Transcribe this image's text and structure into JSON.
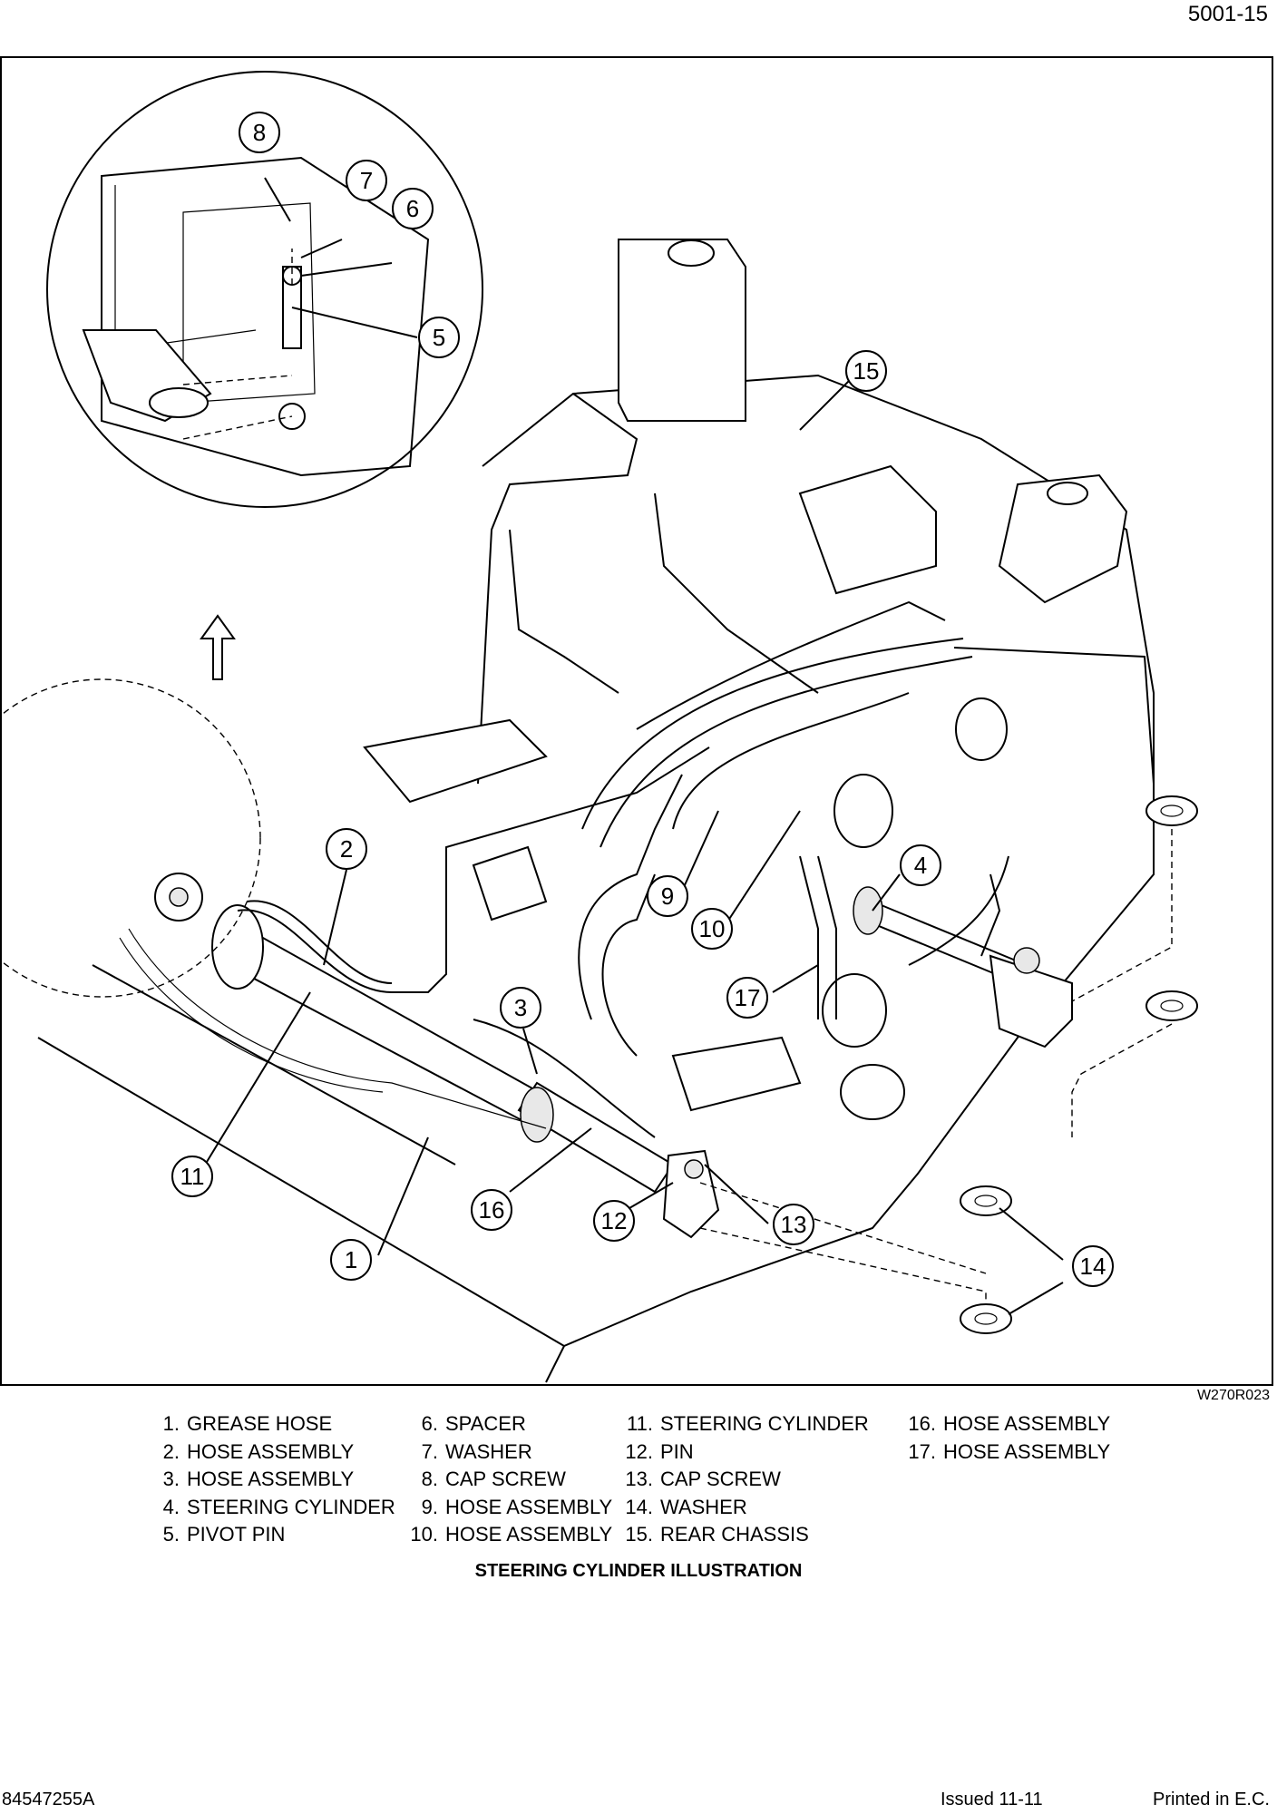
{
  "header": {
    "page_number": "5001-15"
  },
  "figure": {
    "code": "W270R023",
    "callouts": [
      "1",
      "2",
      "3",
      "4",
      "5",
      "6",
      "7",
      "8",
      "9",
      "10",
      "11",
      "12",
      "13",
      "14",
      "15",
      "16",
      "17"
    ]
  },
  "legend": [
    [
      {
        "num": "1.",
        "label": "GREASE HOSE"
      },
      {
        "num": "2.",
        "label": "HOSE ASSEMBLY"
      },
      {
        "num": "3.",
        "label": "HOSE ASSEMBLY"
      },
      {
        "num": "4.",
        "label": "STEERING CYLINDER"
      },
      {
        "num": "5.",
        "label": "PIVOT PIN"
      }
    ],
    [
      {
        "num": "6.",
        "label": "SPACER"
      },
      {
        "num": "7.",
        "label": "WASHER"
      },
      {
        "num": "8.",
        "label": "CAP SCREW"
      },
      {
        "num": "9.",
        "label": "HOSE ASSEMBLY"
      },
      {
        "num": "10.",
        "label": "HOSE ASSEMBLY"
      }
    ],
    [
      {
        "num": "11.",
        "label": "STEERING CYLINDER"
      },
      {
        "num": "12.",
        "label": "PIN"
      },
      {
        "num": "13.",
        "label": "CAP SCREW"
      },
      {
        "num": "14.",
        "label": "WASHER"
      },
      {
        "num": "15.",
        "label": "REAR CHASSIS"
      }
    ],
    [
      {
        "num": "16.",
        "label": "HOSE ASSEMBLY"
      },
      {
        "num": "17.",
        "label": "HOSE ASSEMBLY"
      }
    ]
  ],
  "caption": "STEERING CYLINDER ILLUSTRATION",
  "footer": {
    "part_number": "84547255A",
    "issued": "Issued  11-11",
    "printed": "Printed in E.C."
  }
}
